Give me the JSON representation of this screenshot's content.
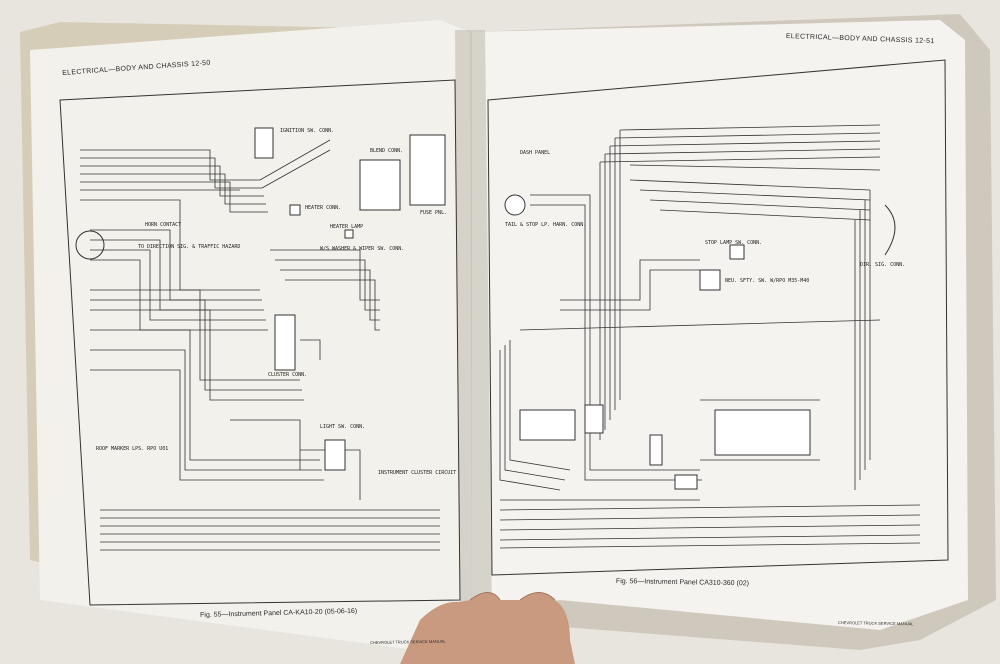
{
  "pages": {
    "left": {
      "header": "ELECTRICAL—BODY AND CHASSIS 12-50",
      "caption": "Fig. 55—Instrument Panel CA-KA10-20 (05-06-16)",
      "footer": "CHEVROLET TRUCK SERVICE MANUAL",
      "labels": {
        "ignition": "IGNITION SW. CONN.",
        "heater": "HEATER CONN.",
        "heater_lamp": "HEATER LAMP",
        "washer": "W/S WASHER & WIPER SW. CONN.",
        "horn": "HORN CONTACT",
        "direction": "TO DIRECTION SIG. & TRAFFIC HAZARD",
        "cluster_conn": "CLUSTER CONN.",
        "light_sw": "LIGHT SW. CONN.",
        "instrument_cluster": "INSTRUMENT CLUSTER CIRCUIT",
        "blend": "BLEND CONN.",
        "fuse": "FUSE PNL.",
        "roof": "ROOF MARKER LPS. RPO U01"
      }
    },
    "right": {
      "header": "ELECTRICAL—BODY AND CHASSIS 12-51",
      "caption": "Fig. 56—Instrument Panel CA310-360 (02)",
      "footer": "CHEVROLET TRUCK SERVICE MANUAL",
      "labels": {
        "dash_panel": "DASH PANEL",
        "tail_stop": "TAIL & STOP LP. HARN. CONN.",
        "stop_lamp": "STOP LAMP SW. CONN.",
        "neutral": "NEU. SFTY. SW. W/RPO M35-M40",
        "dir_sig": "DIR. SIG. CONN."
      }
    }
  }
}
